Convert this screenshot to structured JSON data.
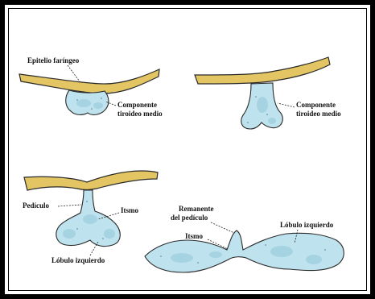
{
  "diagram": {
    "stage1": {
      "label_epithelium": "Epitelio faríngeo",
      "label_component_line1": "Componente",
      "label_component_line2": "tiroideo medio"
    },
    "stage2": {
      "label_component_line1": "Componente",
      "label_component_line2": "tiroideo medio"
    },
    "stage3": {
      "label_stalk": "Pedículo",
      "label_isthmus": "Itsmo",
      "label_left_lobe": "Lóbulo izquierdo"
    },
    "stage4": {
      "label_remnant_line1": "Remanente",
      "label_remnant_line2": "del pedículo",
      "label_isthmus": "Itsmo",
      "label_left_lobe": "Lóbulo izquierdo"
    }
  },
  "colors": {
    "epithelium": "#e3c563",
    "tissue": "#bfe3ee",
    "border": "#000000"
  }
}
